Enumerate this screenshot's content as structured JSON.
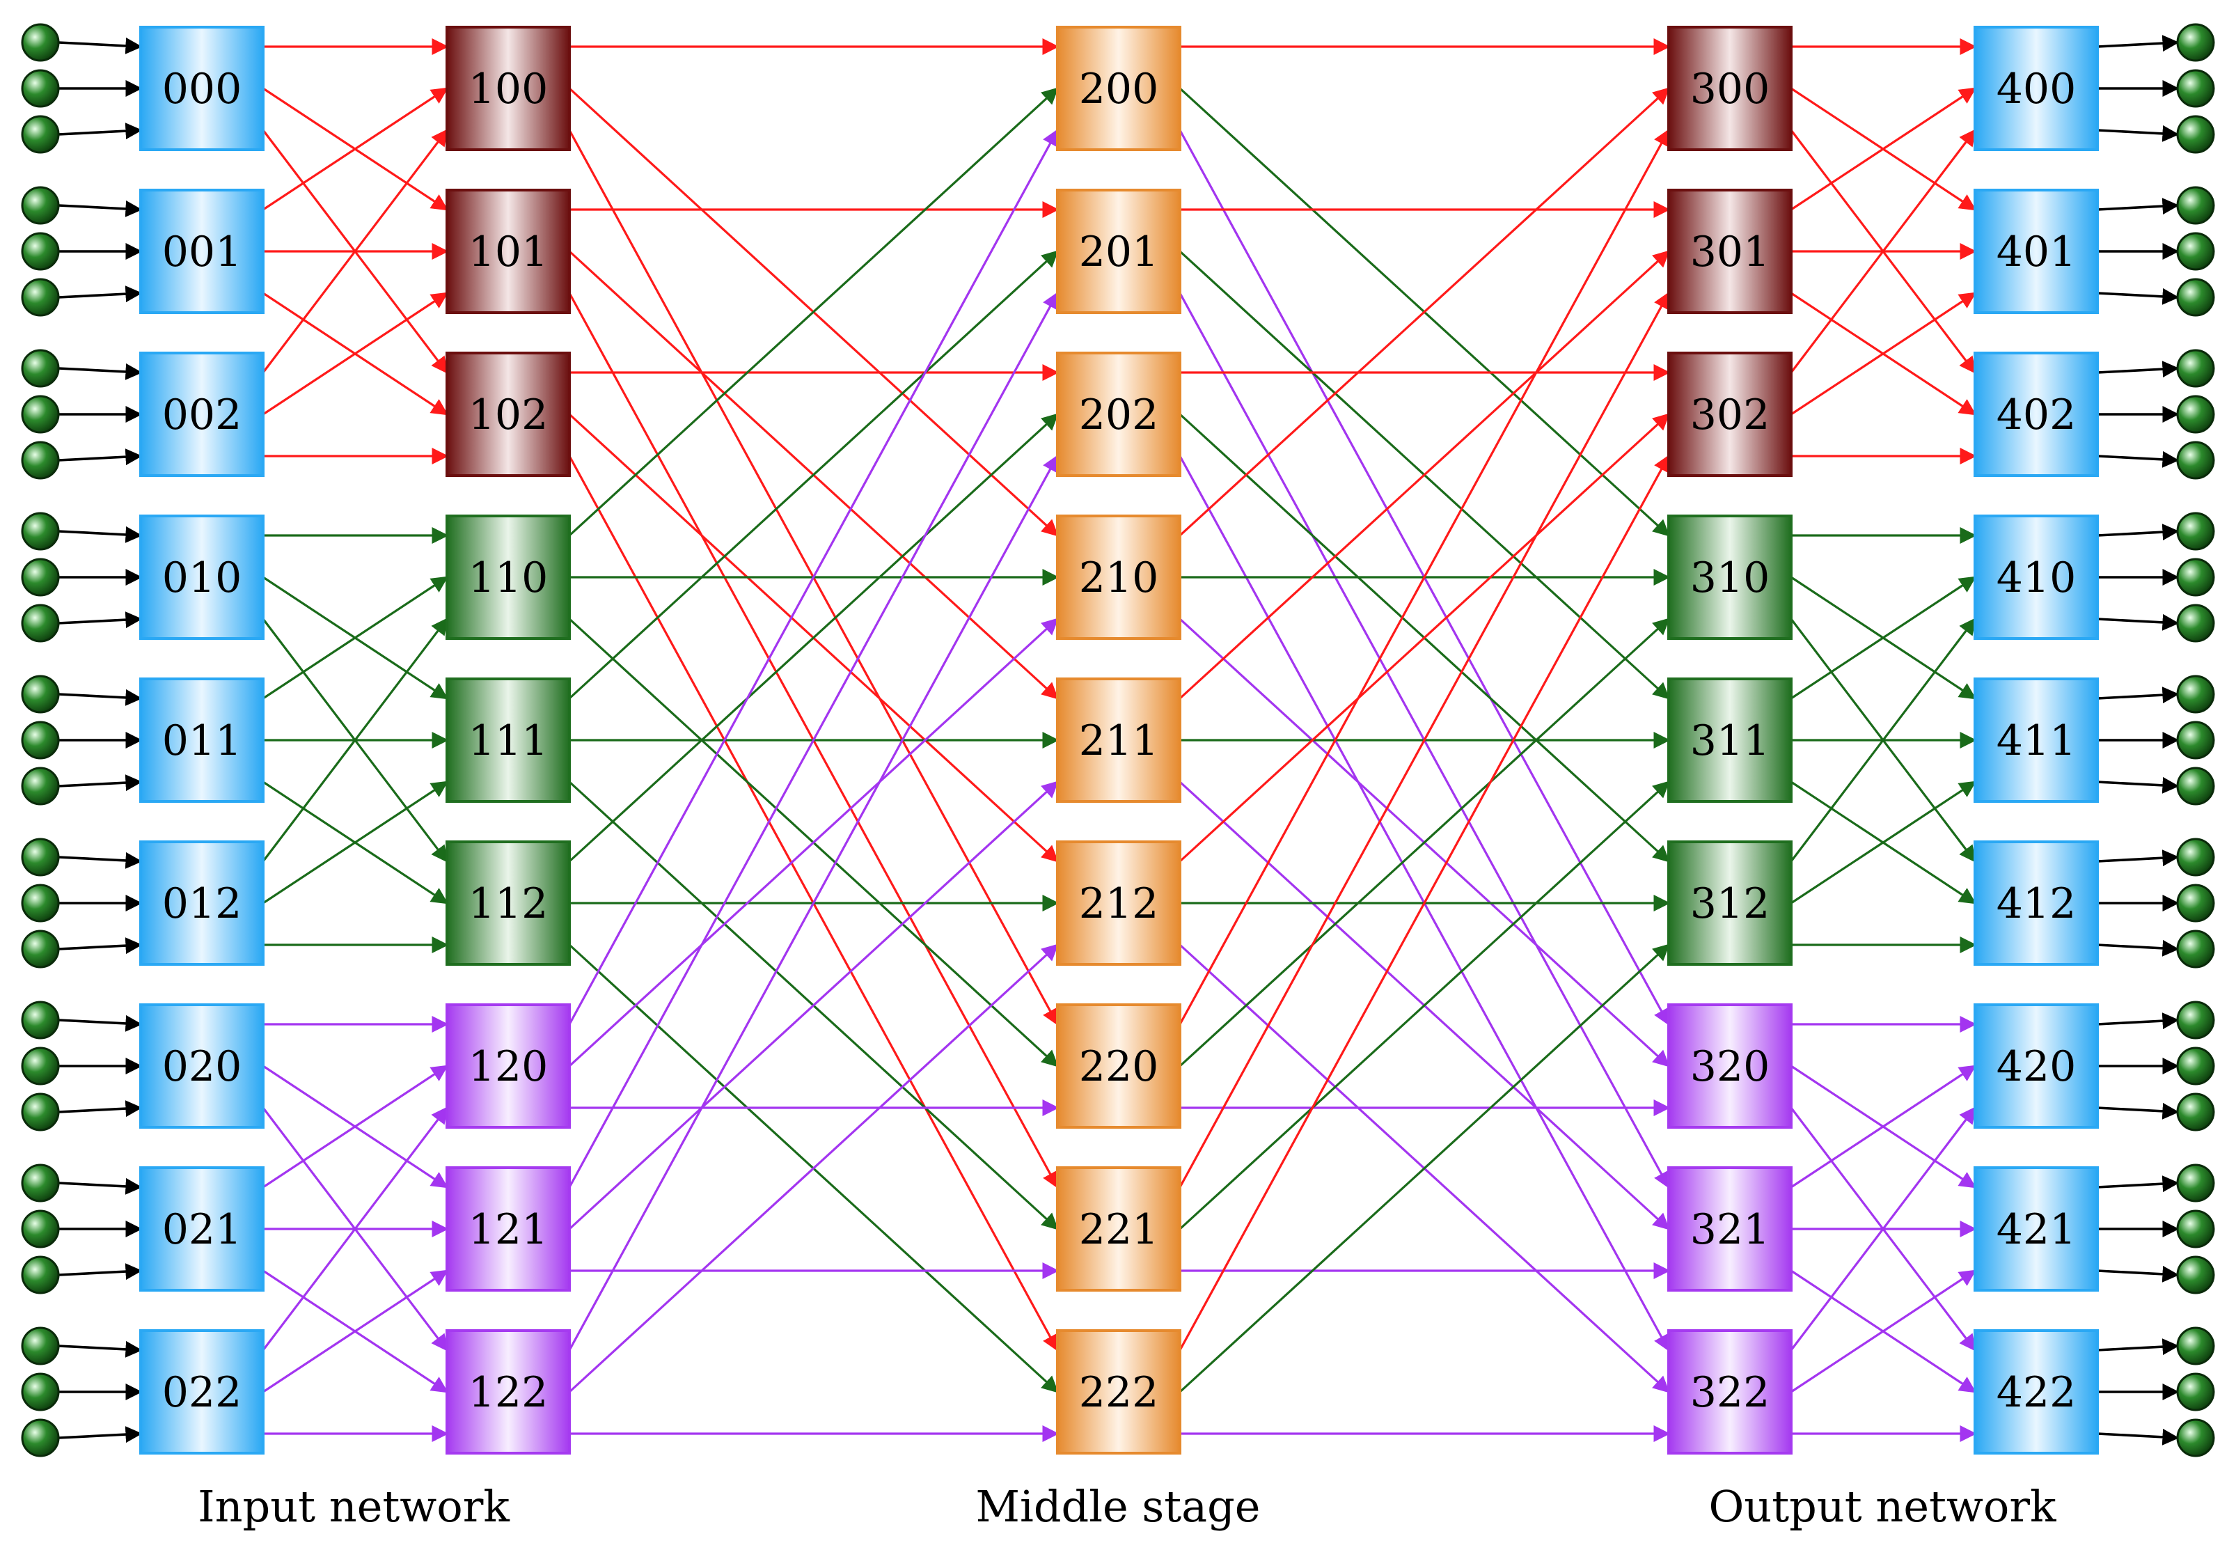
{
  "diagram": {
    "captions": {
      "input": "Input network",
      "middle": "Middle stage",
      "output": "Output network"
    },
    "colors": {
      "red_link": "#ff1a1a",
      "green_link": "#1a6b1a",
      "purple_link": "#a335f0",
      "io_arrow": "#000000",
      "blue_box": "#2aa8f4",
      "maroon_box": "#6b0f0f",
      "green_box": "#1f6e1f",
      "purple_box": "#a53af0",
      "orange_box": "#e68a2e",
      "terminal": "#2c8a2c"
    },
    "stages": [
      {
        "id": "s0",
        "style": "blue",
        "labels": [
          "000",
          "001",
          "002",
          "010",
          "011",
          "012",
          "020",
          "021",
          "022"
        ]
      },
      {
        "id": "s1",
        "styles": [
          "maroon",
          "maroon",
          "maroon",
          "green",
          "green",
          "green",
          "purple",
          "purple",
          "purple"
        ],
        "labels": [
          "100",
          "101",
          "102",
          "110",
          "111",
          "112",
          "120",
          "121",
          "122"
        ]
      },
      {
        "id": "s2",
        "style": "orange",
        "labels": [
          "200",
          "201",
          "202",
          "210",
          "211",
          "212",
          "220",
          "221",
          "222"
        ]
      },
      {
        "id": "s3",
        "styles": [
          "maroon",
          "maroon",
          "maroon",
          "green",
          "green",
          "green",
          "purple",
          "purple",
          "purple"
        ],
        "labels": [
          "300",
          "301",
          "302",
          "310",
          "311",
          "312",
          "320",
          "321",
          "322"
        ]
      },
      {
        "id": "s4",
        "style": "blue",
        "labels": [
          "400",
          "401",
          "402",
          "410",
          "411",
          "412",
          "420",
          "421",
          "422"
        ]
      }
    ],
    "terminals_per_box": 3
  }
}
